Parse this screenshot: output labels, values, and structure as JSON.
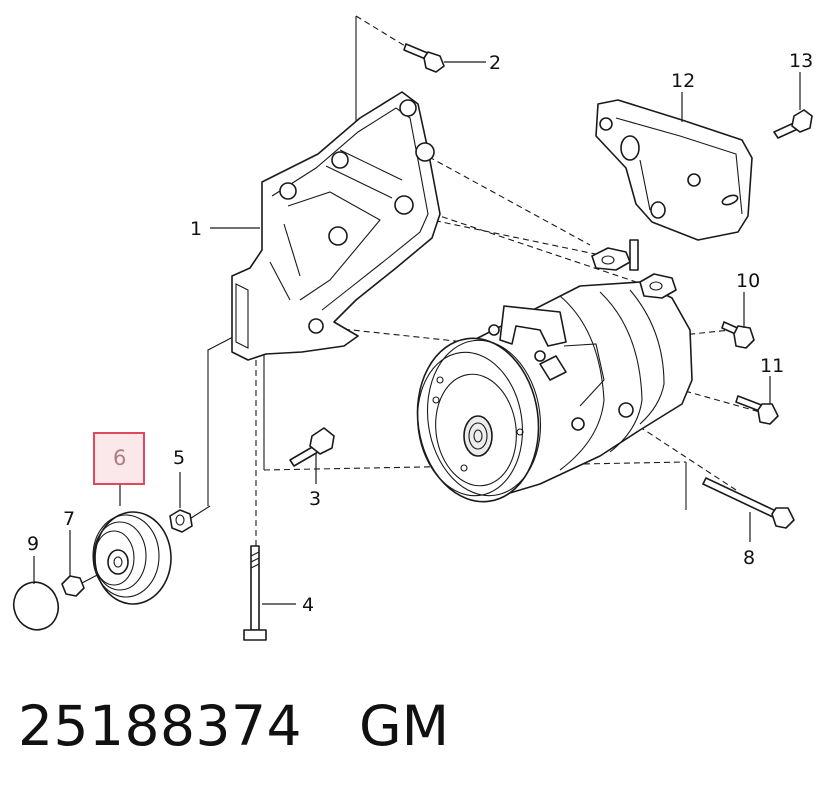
{
  "diagram": {
    "callouts": {
      "c1": "1",
      "c2": "2",
      "c3": "3",
      "c4": "4",
      "c5": "5",
      "c6": "6",
      "c7": "7",
      "c8": "8",
      "c9": "9",
      "c10": "10",
      "c11": "11",
      "c12": "12",
      "c13": "13"
    },
    "highlighted_callout": "6",
    "highlight_color": "#e2475b"
  },
  "caption": {
    "part_number": "25188374",
    "brand": "GM"
  }
}
